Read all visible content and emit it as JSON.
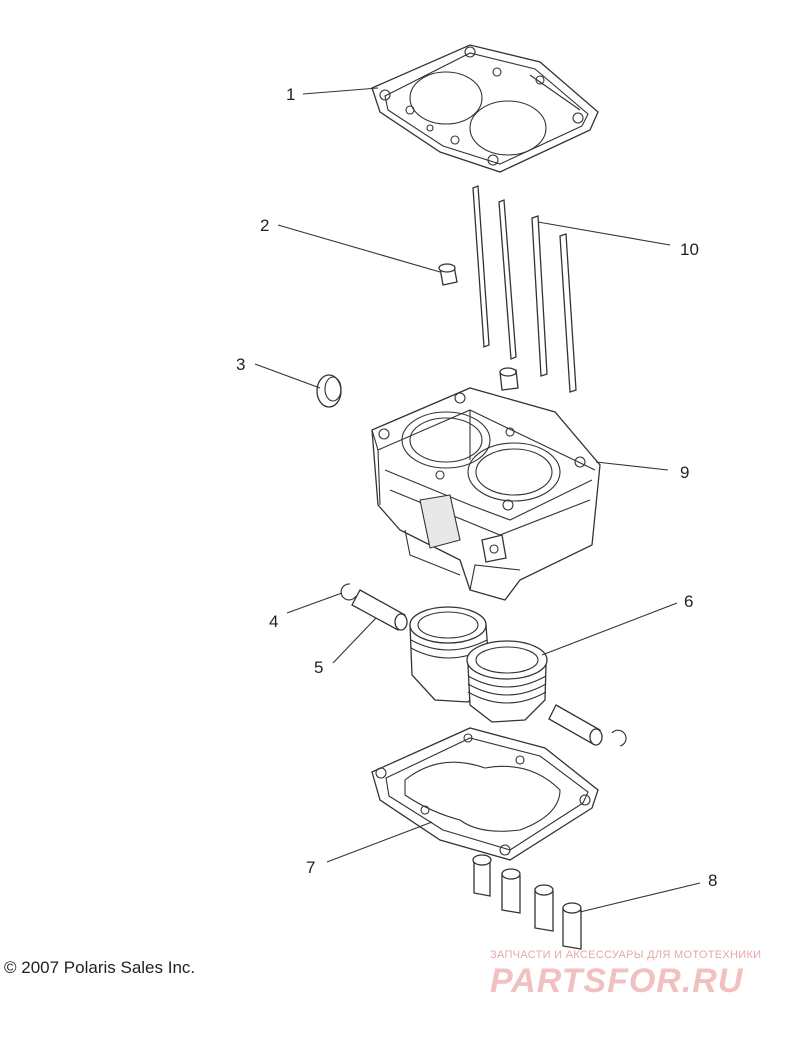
{
  "diagram": {
    "callouts": [
      {
        "id": "1",
        "label": "1"
      },
      {
        "id": "2",
        "label": "2"
      },
      {
        "id": "3",
        "label": "3"
      },
      {
        "id": "4",
        "label": "4"
      },
      {
        "id": "5",
        "label": "5"
      },
      {
        "id": "6",
        "label": "6"
      },
      {
        "id": "7",
        "label": "7"
      },
      {
        "id": "8",
        "label": "8"
      },
      {
        "id": "9",
        "label": "9"
      },
      {
        "id": "10",
        "label": "10"
      }
    ]
  },
  "footer": {
    "copyright": "© 2007 Polaris Sales Inc."
  },
  "watermark": {
    "tagline": "ЗАПЧАСТИ И АКСЕССУАРЫ ДЛЯ МОТОТЕХНИКИ",
    "brand": "PARTSFOR.RU"
  },
  "colors": {
    "line": "#333333",
    "watermark": "#f1c0c0"
  }
}
